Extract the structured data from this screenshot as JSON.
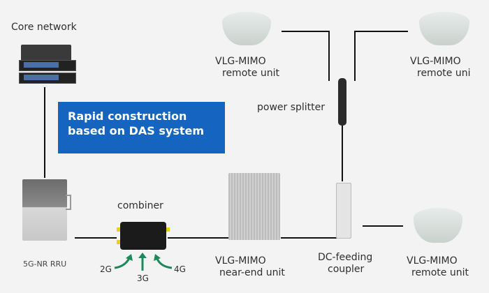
{
  "diagram": {
    "banner": {
      "line1": "Rapid construction",
      "line2": "based on DAS system"
    },
    "nodes": {
      "core_network": {
        "label": "Core network"
      },
      "rru": {
        "label": "5G-NR RRU"
      },
      "combiner": {
        "label": "combiner",
        "inputs": [
          "2G",
          "3G",
          "4G"
        ]
      },
      "near_end": {
        "line1": "VLG-MIMO",
        "line2": "near-end unit"
      },
      "coupler": {
        "line1": "DC-feeding",
        "line2": "coupler"
      },
      "splitter": {
        "label": "power splitter"
      },
      "remote_top_left": {
        "line1": "VLG-MIMO",
        "line2": "remote unit"
      },
      "remote_top_right": {
        "line1": "VLG-MIMO",
        "line2": "remote uni"
      },
      "remote_bottom_right": {
        "line1": "VLG-MIMO",
        "line2": "remote unit"
      }
    },
    "colors": {
      "banner": "#1565c0",
      "arrow": "#1a8a5a",
      "cable": "#111111"
    }
  }
}
